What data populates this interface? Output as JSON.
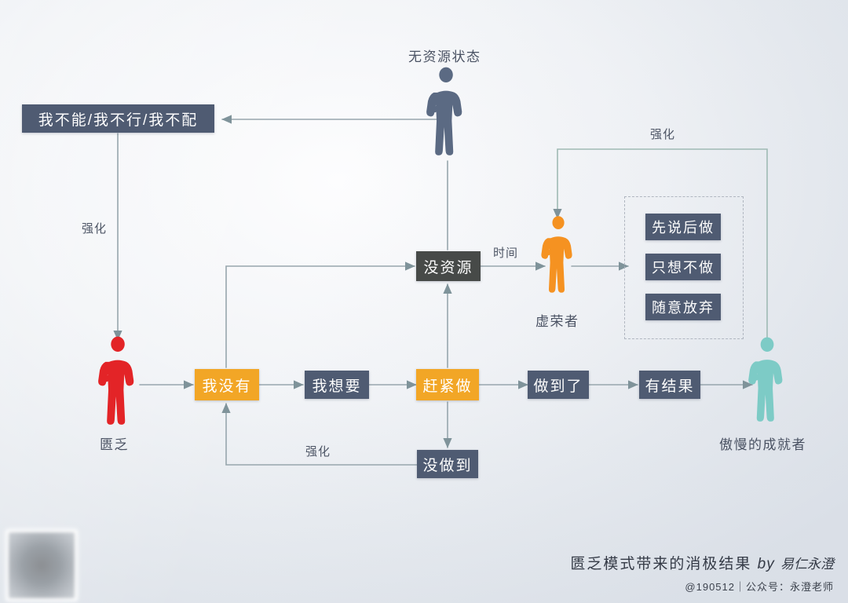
{
  "diagram": {
    "title_note": "匮乏模式带来的消极结果 by 易仁永澄",
    "signature_author": "易仁永澄",
    "signature_by": "by",
    "signature_main": "匮乏模式带来的消极结果",
    "signature_handle": "@190512｜公众号：永澄老师"
  },
  "nodes": {
    "negative_beliefs": "我不能/我不行/我不配",
    "no_resource_state": "无资源状态",
    "no_resource": "没资源",
    "i_dont_have": "我没有",
    "i_want": "我想要",
    "hurry_do": "赶紧做",
    "did_it": "做到了",
    "has_result": "有结果",
    "not_done": "没做到",
    "talk_first": "先说后做",
    "only_think": "只想不做",
    "give_up": "随意放弃"
  },
  "people": {
    "scarcity": "匮乏",
    "vain": "虚荣者",
    "arrogant_achiever": "傲慢的成就者",
    "no_resource_person": "无资源状态"
  },
  "edge_labels": {
    "reinforce_left": "强化",
    "reinforce_bottom": "强化",
    "reinforce_right": "强化",
    "time": "时间"
  },
  "colors": {
    "slate": "#4f5b72",
    "dark": "#474a48",
    "amber": "#f2a626",
    "red_person": "#e32427",
    "orange_person": "#f59221",
    "teal_person": "#7dcbc6",
    "slate_person": "#5b6a83",
    "link": "#8e9aa6",
    "link_teal": "#9fbab4"
  }
}
